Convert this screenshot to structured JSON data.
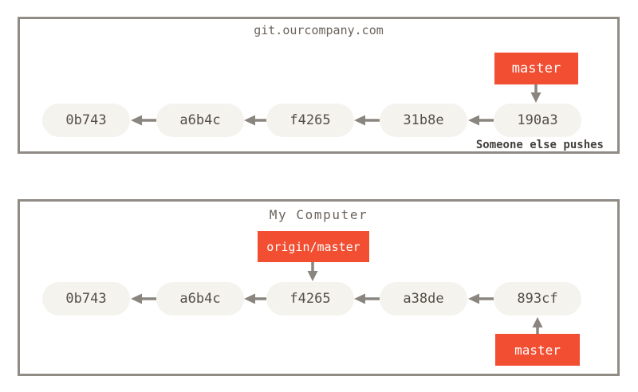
{
  "colors": {
    "background": "#ffffff",
    "panel_border": "#908b85",
    "arrow": "#8a857e",
    "commit_fill": "#f4f3ee",
    "commit_text": "#554e48",
    "branch_label_fill": "#f14e32",
    "branch_label_text": "#ffffff",
    "title_text": "#6b635c",
    "annotation_text": "#443f3a"
  },
  "remote_repo": {
    "title": "git.ourcompany.com",
    "branch_label": "master",
    "commits": [
      "0b743",
      "a6b4c",
      "f4265",
      "31b8e",
      "190a3"
    ],
    "annotation": "Someone else pushes"
  },
  "local_repo": {
    "title": "My Computer",
    "remote_tracking_label": "origin/master",
    "branch_label": "master",
    "commits": [
      "0b743",
      "a6b4c",
      "f4265",
      "a38de",
      "893cf"
    ]
  }
}
